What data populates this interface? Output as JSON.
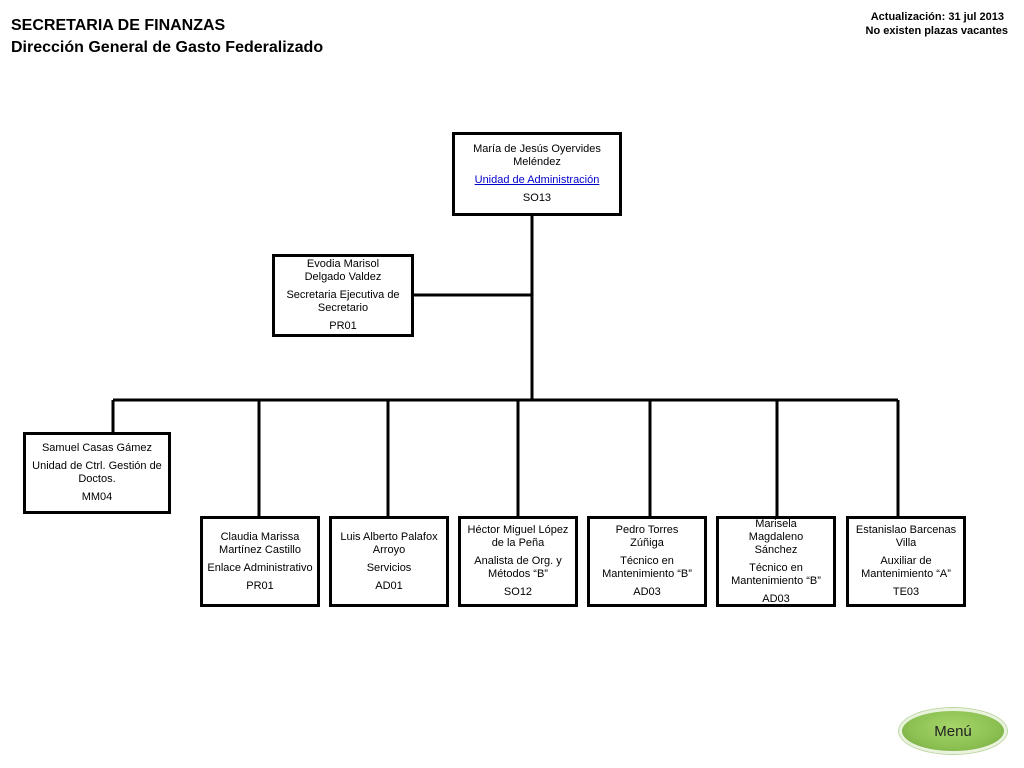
{
  "header": {
    "title": "SECRETARIA DE FINANZAS",
    "subtitle": "Dirección General de Gasto Federalizado",
    "updated": "Actualización: 31 jul 2013",
    "vacancies": "No existen plazas  vacantes"
  },
  "root": {
    "name": "María de Jesús Oyervides Meléndez",
    "post": "Unidad de Administración",
    "code": "SO13"
  },
  "assistant": {
    "name": "Evodia Marisol Delgado Valdez",
    "post": "Secretaria Ejecutiva de Secretario",
    "code": "PR01"
  },
  "left_unit": {
    "name": "Samuel Casas Gámez",
    "post": "Unidad de Ctrl. Gestión de Doctos.",
    "code": "MM04"
  },
  "staff": [
    {
      "name": "Claudia Marissa Martínez Castillo",
      "post": "Enlace Administrativo",
      "code": "PR01"
    },
    {
      "name": "Luis Alberto Palafox Arroyo",
      "post": "Servicios",
      "code": "AD01"
    },
    {
      "name": "Héctor Miguel López de la Peña",
      "post": "Analista de Org. y Métodos “B”",
      "code": "SO12"
    },
    {
      "name": "Pedro Torres Zúñiga",
      "post": "Técnico en Mantenimiento “B”",
      "code": "AD03"
    },
    {
      "name": "Marisela Magdaleno Sánchez",
      "post": "Técnico en Mantenimiento “B”",
      "code": "AD03"
    },
    {
      "name": "Estanislao Barcenas Villa",
      "post": "Auxiliar de Mantenimiento “A”",
      "code": "TE03"
    }
  ],
  "menu": {
    "label": "Menú"
  }
}
